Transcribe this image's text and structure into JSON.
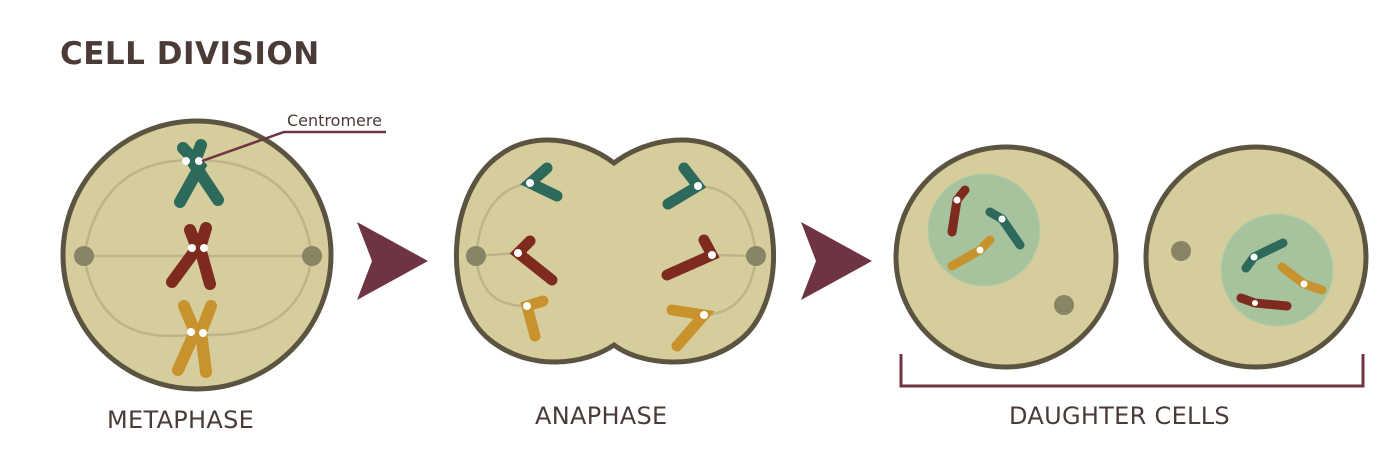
{
  "title": "CELL DIVISION",
  "annotation": {
    "centromere": "Centromere"
  },
  "stages": [
    {
      "label": "METAPHASE"
    },
    {
      "label": "ANAPHASE"
    },
    {
      "label": "DAUGHTER CELLS"
    }
  ],
  "colors": {
    "cell_fill": "#d6cd9c",
    "cell_border": "#5b5441",
    "nucleus_fill": "#a7c39e",
    "chromosome_teal": "#2e6a5c",
    "chromosome_red": "#7e2a1f",
    "chromosome_gold": "#c8922c",
    "arrow": "#6f3441",
    "pole": "#8a8466",
    "text": "#4a3b37"
  }
}
